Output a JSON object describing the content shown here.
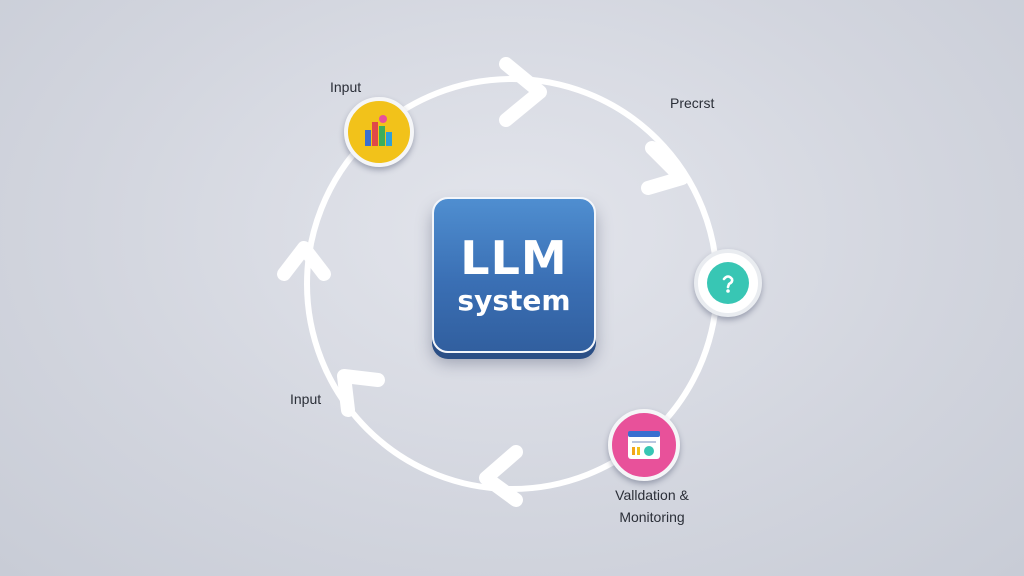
{
  "diagram": {
    "center": {
      "title": "LLM",
      "subtitle": "system"
    },
    "nodes": {
      "input_top": {
        "label": "Input",
        "icon": "bar-chart-icon",
        "color": "#f2c21a"
      },
      "process": {
        "label": "Precrst",
        "icon": "question-icon",
        "color": "#38c6b4"
      },
      "validation": {
        "label_line1": "Valldation &",
        "label_line2": "Monitoring",
        "icon": "dashboard-icon",
        "color": "#e8519a"
      },
      "input_left": {
        "label": "Input"
      }
    },
    "colors": {
      "ring": "#ffffff",
      "center_box": "#3f78bd",
      "background": "#d2d5de"
    }
  }
}
